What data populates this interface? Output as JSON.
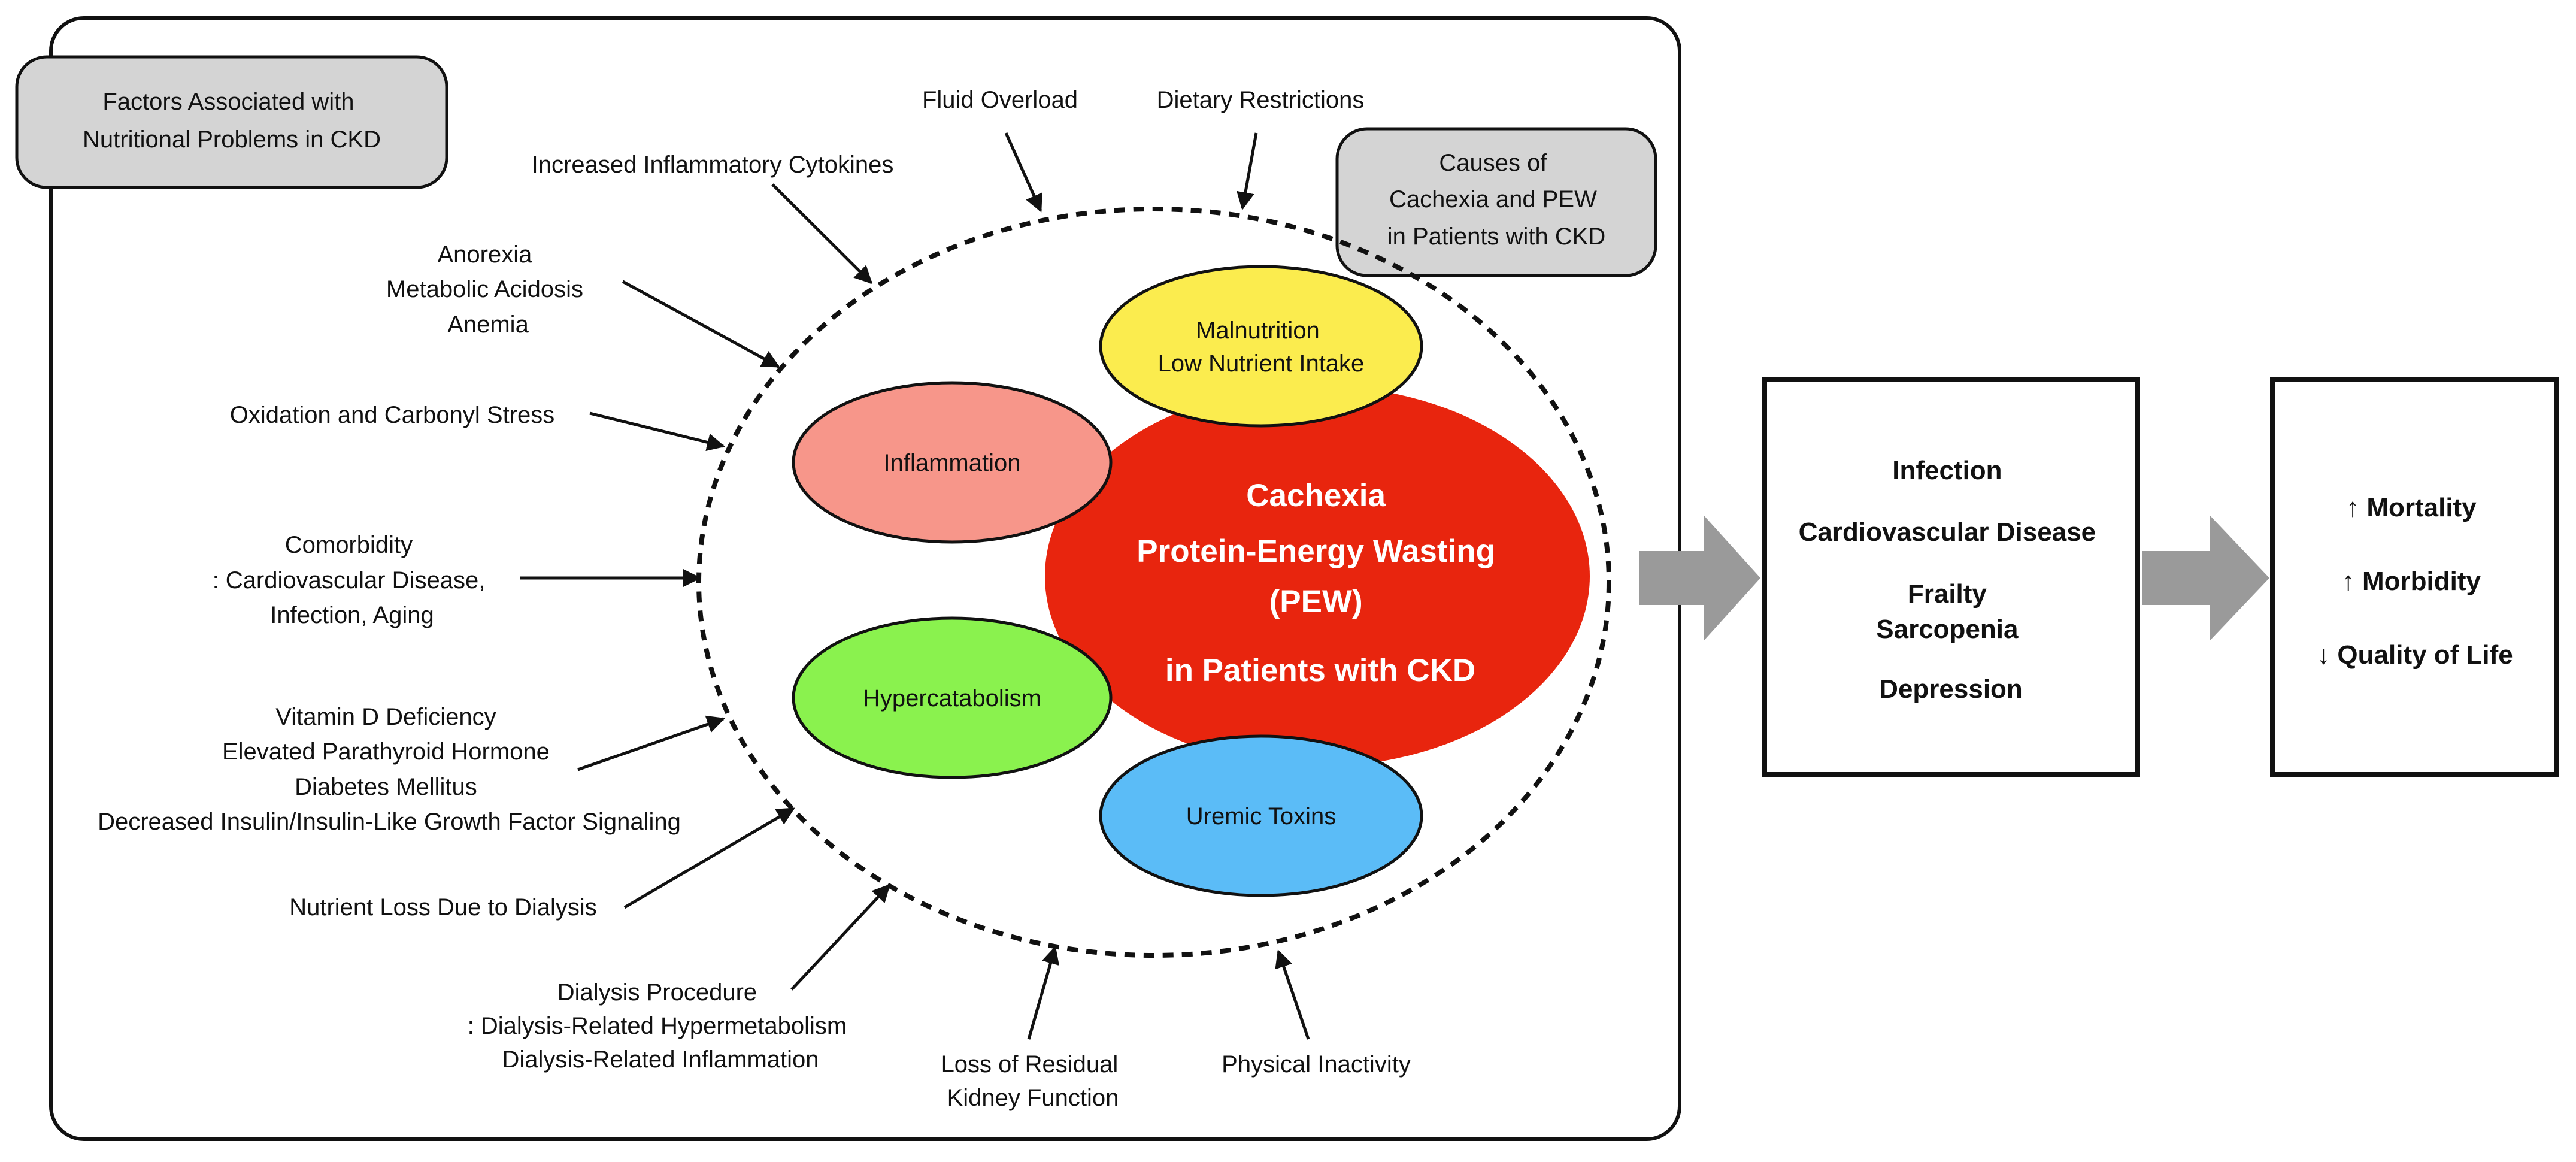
{
  "colors": {
    "center": "#e8250e",
    "malnutrition": "#fbec4e",
    "inflammation": "#f7968a",
    "hypercatabolism": "#8af24e",
    "uremic": "#5bbcf7",
    "header_box": "#d4d4d4",
    "arrow_gray": "#9a9a9a"
  },
  "header_left": [
    "Factors Associated with",
    "Nutritional Problems in CKD"
  ],
  "header_right": [
    "Causes of",
    "Cachexia and PEW",
    "in Patients with CKD"
  ],
  "factors": {
    "fluid_overload": [
      "Fluid Overload"
    ],
    "dietary_restrictions": [
      "Dietary Restrictions"
    ],
    "cytokines": [
      "Increased Inflammatory Cytokines"
    ],
    "anorexia": [
      "Anorexia",
      "Metabolic Acidosis",
      "Anemia"
    ],
    "oxidation": [
      "Oxidation and Carbonyl Stress"
    ],
    "comorbidity": [
      "Comorbidity",
      ": Cardiovascular Disease,",
      "Infection, Aging"
    ],
    "vitamin_d": [
      "Vitamin D Deficiency",
      "Elevated Parathyroid Hormone",
      "Diabetes Mellitus",
      "Decreased Insulin/Insulin-Like Growth Factor Signaling"
    ],
    "nutrient_loss": [
      "Nutrient Loss Due to Dialysis"
    ],
    "dialysis_procedure": [
      "Dialysis Procedure",
      ": Dialysis-Related Hypermetabolism",
      "Dialysis-Related Inflammation"
    ],
    "residual_kidney": [
      "Loss of Residual",
      "Kidney Function"
    ],
    "physical_inactivity": [
      "Physical Inactivity"
    ]
  },
  "causes": {
    "malnutrition": [
      "Malnutrition",
      "Low Nutrient Intake"
    ],
    "inflammation": [
      "Inflammation"
    ],
    "hypercatabolism": [
      "Hypercatabolism"
    ],
    "uremic": [
      "Uremic Toxins"
    ]
  },
  "center": [
    "Cachexia",
    "Protein-Energy Wasting",
    "(PEW)",
    "in  Patients with CKD"
  ],
  "outcomes": [
    "Infection",
    "Cardiovascular Disease",
    "Frailty",
    "Sarcopenia",
    "Depression"
  ],
  "results": [
    "↑ Mortality",
    "↑ Morbidity",
    "↓ Quality of Life"
  ]
}
